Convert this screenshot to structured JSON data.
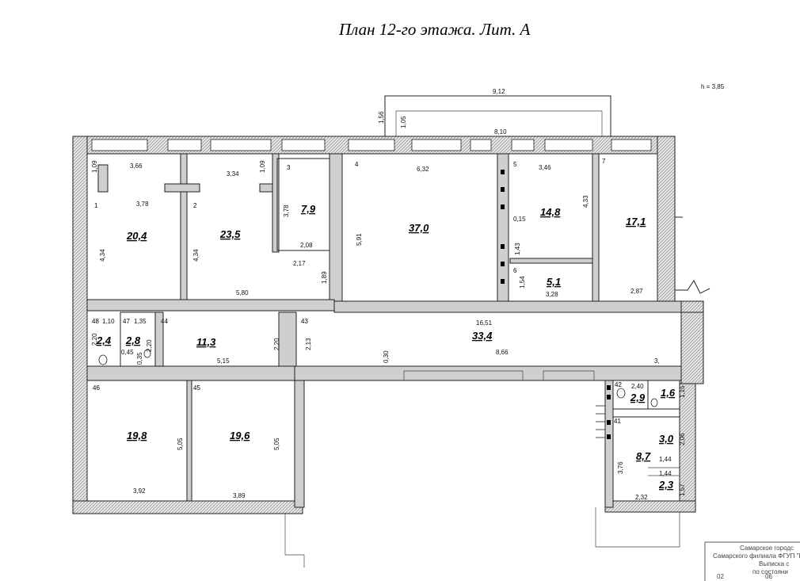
{
  "title": "План 12-го этажа. Лит. А",
  "height_note": "h = 3,85",
  "rooms": [
    {
      "num": "1",
      "area": "20,4"
    },
    {
      "num": "2",
      "area": "23,5"
    },
    {
      "num": "3",
      "area": "7,9"
    },
    {
      "num": "4",
      "area": "37,0"
    },
    {
      "num": "5",
      "area": "14,8"
    },
    {
      "num": "6",
      "area": "5,1"
    },
    {
      "num": "7",
      "area": "17,1"
    },
    {
      "num": "41",
      "area": "8,7"
    },
    {
      "num": "42",
      "area": "2,9"
    },
    {
      "num": "43",
      "area": "33,4"
    },
    {
      "num": "44",
      "area": "11,3"
    },
    {
      "num": "45",
      "area": "19,6"
    },
    {
      "num": "46",
      "area": "19,8"
    },
    {
      "num": "47",
      "area": "2,8"
    },
    {
      "num": "48",
      "area": "2,4"
    }
  ],
  "extra_areas": [
    "1,6",
    "3,0",
    "2,3"
  ],
  "dimensions": {
    "d912": "9,12",
    "d810": "8,10",
    "d156": "1,56",
    "d105": "1,05",
    "d366": "3,66",
    "d109a": "1,09",
    "d378a": "3,78",
    "d434a": "4,34",
    "d334": "3,34",
    "d109b": "1,09",
    "d434b": "4,34",
    "d378b": "3,78",
    "d208": "2,08",
    "d217": "2,17",
    "d189": "1,89",
    "d580": "5,80",
    "d632": "6,32",
    "d591": "5,91",
    "d346": "3,46",
    "d015": "0,15",
    "d433": "4,33",
    "d143": "1,43",
    "d154": "1,54",
    "d328": "3,28",
    "d287": "2,87",
    "d110": "1,10",
    "d135": "1,35",
    "d220a": "2,20",
    "d220b": "2,20",
    "d045": "0,45",
    "d035": "0,35",
    "d515": "5,15",
    "d220c": "2,20",
    "d213": "2,13",
    "d1651": "16,51",
    "d030": "0,30",
    "d866": "8,66",
    "d3": "3,",
    "d505a": "5,05",
    "d392": "3,92",
    "d505b": "5,05",
    "d389": "3,89",
    "d240": "2,40",
    "d115": "1,15",
    "d206": "2,06",
    "d376": "3,76",
    "d144a": "1,44",
    "d144b": "1,44",
    "d157": "1,57",
    "d232": "2,32"
  },
  "stamp": {
    "line1": "Самарское городс",
    "line2": "Самарского филиала ФГУП \"Р",
    "line3": "Выписка с",
    "line4": "по состояни",
    "date": "02",
    "date2": "06"
  }
}
